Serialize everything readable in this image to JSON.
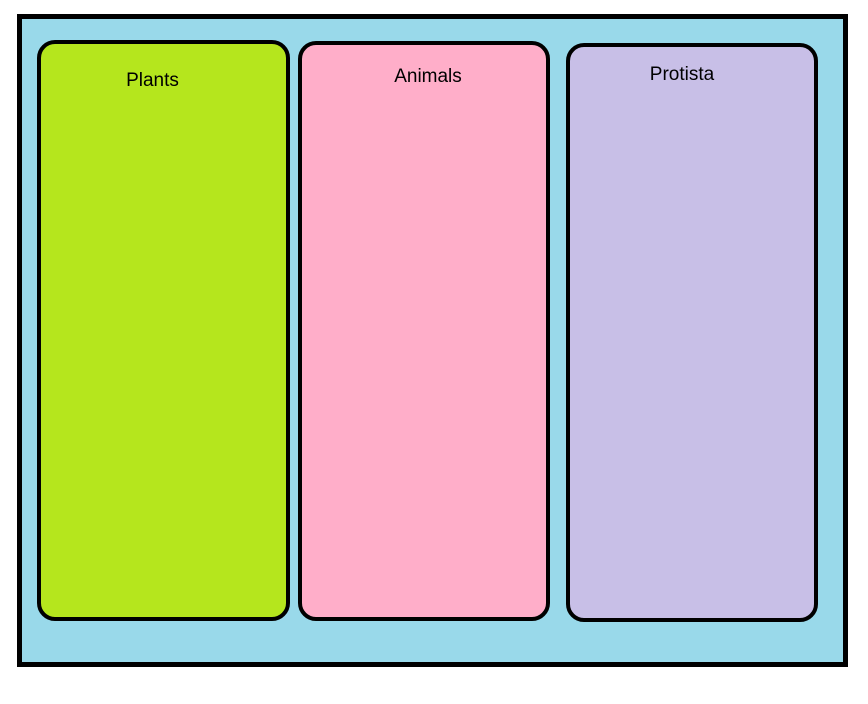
{
  "board": {
    "fill": "#99D9EA",
    "border_color": "#000000"
  },
  "columns": [
    {
      "label": "Plants",
      "fill": "#B5E61D"
    },
    {
      "label": "Animals",
      "fill": "#FFAEC9"
    },
    {
      "label": "Protista",
      "fill": "#C8BFE7"
    }
  ],
  "text_color": "#000000"
}
